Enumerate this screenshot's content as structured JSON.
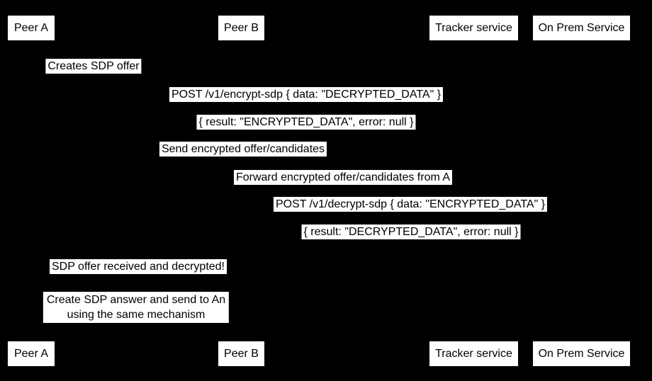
{
  "diagram": {
    "type": "sequence-diagram",
    "colors": {
      "background": "#000000",
      "box_fill": "#ffffff",
      "box_text": "#000000"
    },
    "participants": [
      {
        "label": "Peer A"
      },
      {
        "label": "Peer B"
      },
      {
        "label": "Tracker service"
      },
      {
        "label": "On Prem Service"
      }
    ],
    "messages": [
      {
        "text": "Creates SDP offer"
      },
      {
        "text": "POST /v1/encrypt-sdp { data: \"DECRYPTED_DATA\" }"
      },
      {
        "text": "{ result: \"ENCRYPTED_DATA\", error: null }"
      },
      {
        "text": "Send encrypted offer/candidates"
      },
      {
        "text": "Forward encrypted offer/candidates from A"
      },
      {
        "text": "POST /v1/decrypt-sdp { data: \"ENCRYPTED_DATA\" }"
      },
      {
        "text": "{ result: \"DECRYPTED_DATA\", error: null }"
      },
      {
        "text": "SDP offer received and decrypted!"
      }
    ],
    "note": {
      "text": "Create SDP answer and send to An\nusing the same mechanism"
    }
  }
}
